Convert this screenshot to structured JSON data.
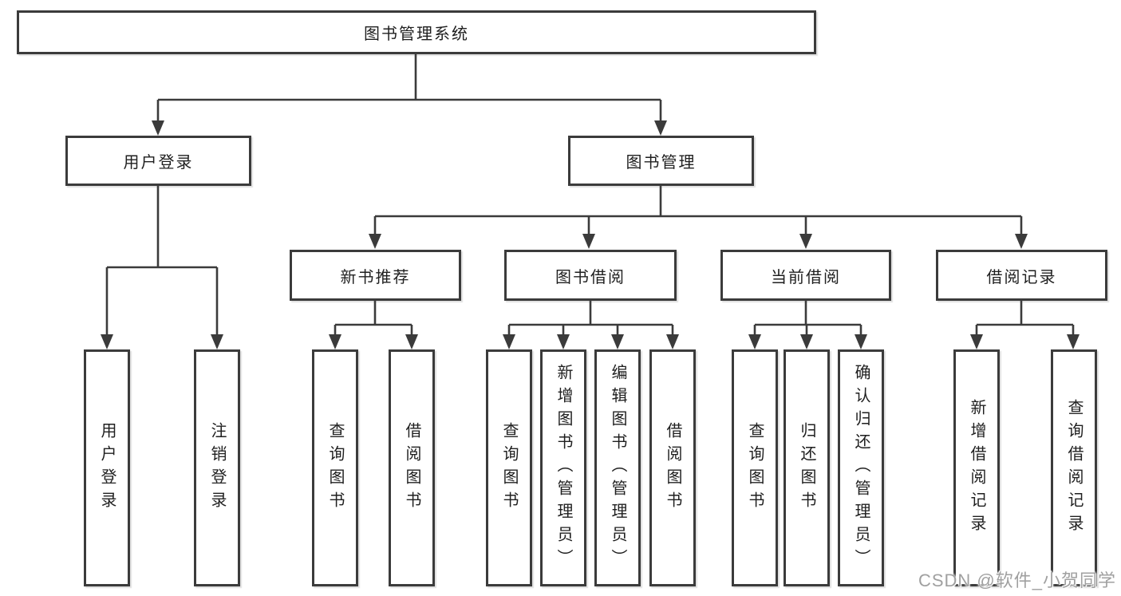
{
  "colors": {
    "line": "#3b3b3b",
    "text": "#1f1f1f",
    "box_background": "#ffffff",
    "page_background": "#ffffff",
    "watermark": "#a0a0a0"
  },
  "tree": {
    "root": {
      "label": "图书管理系统"
    },
    "user_login": {
      "label": "用户登录",
      "children": [
        {
          "label": "用户登录"
        },
        {
          "label": "注销登录"
        }
      ]
    },
    "book_mgmt": {
      "label": "图书管理",
      "sections": {
        "new_book": {
          "label": "新书推荐",
          "children": [
            {
              "label": "查询图书"
            },
            {
              "label": "借阅图书"
            }
          ]
        },
        "borrow": {
          "label": "图书借阅",
          "children": [
            {
              "label": "查询图书"
            },
            {
              "label": "新增图书（管理员）"
            },
            {
              "label": "编辑图书（管理员）"
            },
            {
              "label": "借阅图书"
            }
          ]
        },
        "current": {
          "label": "当前借阅",
          "children": [
            {
              "label": "查询图书"
            },
            {
              "label": "归还图书"
            },
            {
              "label": "确认归还（管理员）"
            }
          ]
        },
        "records": {
          "label": "借阅记录",
          "children": [
            {
              "label": "新增借阅记录"
            },
            {
              "label": "查询借阅记录"
            }
          ]
        }
      }
    }
  },
  "watermark": {
    "text": "CSDN @软件_小贺同学"
  }
}
